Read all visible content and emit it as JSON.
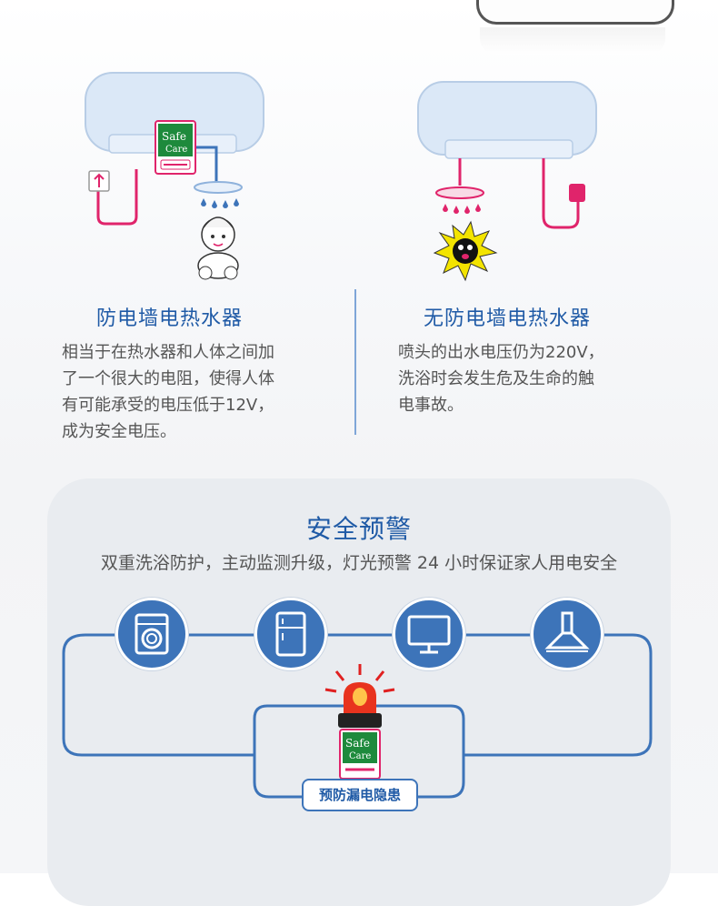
{
  "left": {
    "title": "防电墙电热水器",
    "description": "相当于在热水器和人体之间加\n了一个很大的电阻，使得人体\n有可能承受的电压低于12V，\n成为安全电压。"
  },
  "right": {
    "title": "无防电墙电热水器",
    "description": "喷头的出水电压仍为220V，\n洗浴时会发生危及生命的触\n电事故。"
  },
  "logo": {
    "line1": "Safe",
    "line2": "Care"
  },
  "warning": {
    "title": "安全预警",
    "subtitle": "双重洗浴防护，主动监测升级，灯光预警 24 小时保证家人用电安全",
    "badge": "预防漏电隐患",
    "appliances": [
      "washing-machine-icon",
      "refrigerator-icon",
      "monitor-icon",
      "range-hood-icon"
    ]
  },
  "colors": {
    "accent": "#1f5aa6",
    "icon_circle": "#3d74b9",
    "wire_red": "#e0246b",
    "logo_green": "#1e8a3c",
    "heater_blue": "#dbe8f7"
  }
}
